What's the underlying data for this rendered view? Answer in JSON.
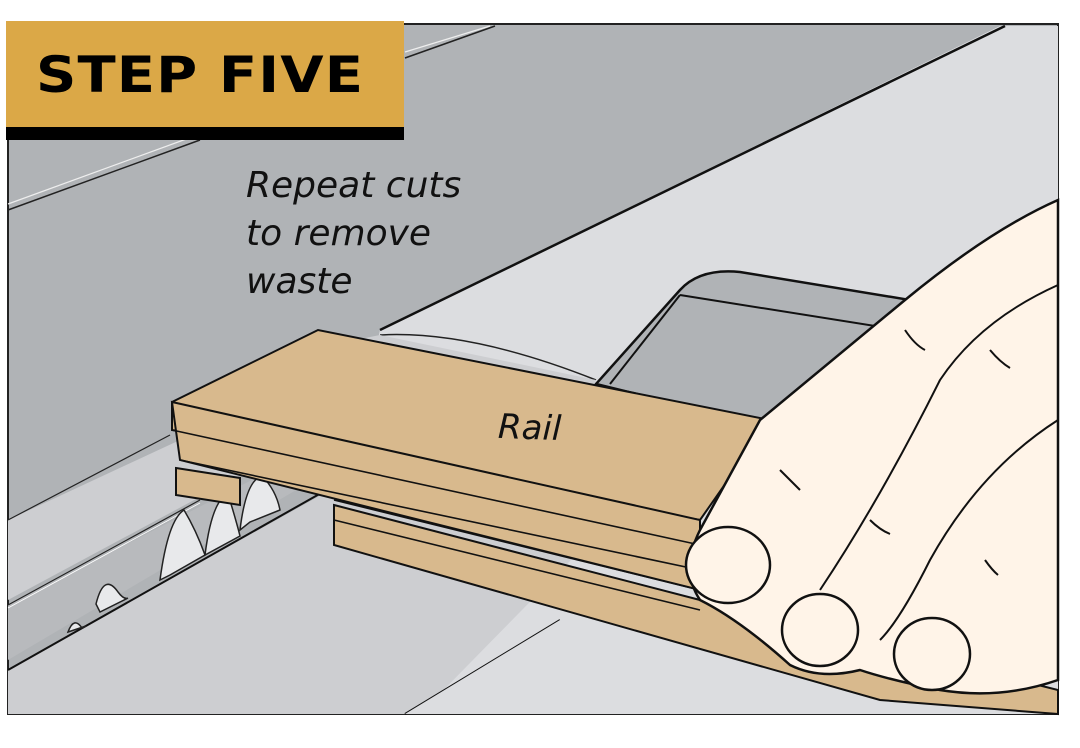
{
  "step": {
    "title": "STEP FIVE",
    "badge_color": "#dba847"
  },
  "caption": {
    "text": "Repeat cuts\nto remove\nwaste"
  },
  "labels": {
    "rail": "Rail"
  },
  "colors": {
    "wood": "#d8b98d",
    "fence_dark": "#b0b3b6",
    "table_light": "#dcdde0",
    "table_mid": "#cdced1",
    "skin": "#fff4e8",
    "outline": "#111111"
  }
}
